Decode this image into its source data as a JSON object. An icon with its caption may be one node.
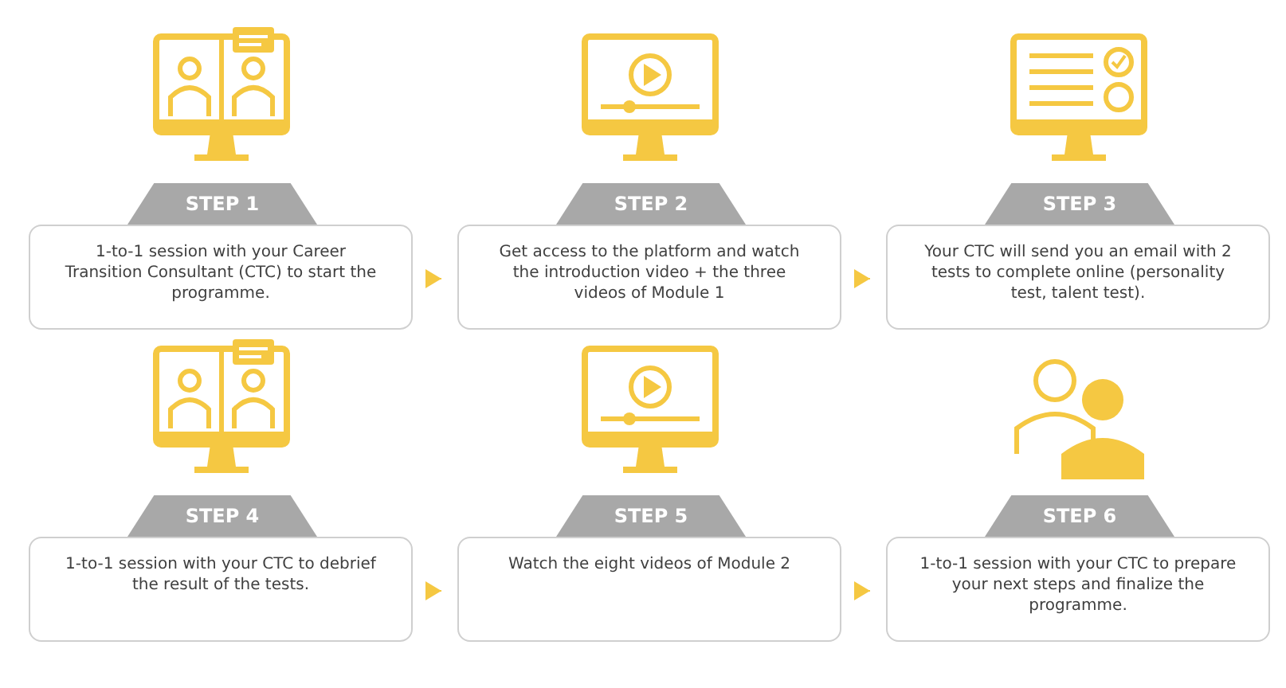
{
  "diagram": {
    "nodes": [
      {
        "text": [
          "STEP 1",
          "1-to-1 session with your Career Transition Consultant (CTC) to start the programme."
        ]
      },
      {
        "text": [
          "STEP 2",
          "Get access to the platform and watch the introduction video + the three videos of Module 1"
        ]
      },
      {
        "text": [
          "STEP 3",
          "Your CTC will send you an email with 2 tests to complete online (personality test, talent test)."
        ]
      },
      {
        "text": [
          "STEP 4",
          "1-to-1 session with your CTC to debrief the result of the tests."
        ]
      },
      {
        "text": [
          "STEP 5",
          "Watch the eight videos of Module 2"
        ]
      },
      {
        "text": [
          "STEP 6",
          "1-to-1 session with your CTC to prepare your next steps and finalize the programme."
        ]
      }
    ],
    "edges": [
      {
        "from": 0,
        "to": 1,
        "arrow": "to"
      },
      {
        "from": 1,
        "to": 2,
        "arrow": "to"
      },
      {
        "from": 3,
        "to": 4,
        "arrow": "to"
      },
      {
        "from": 4,
        "to": 5,
        "arrow": "to"
      }
    ]
  }
}
